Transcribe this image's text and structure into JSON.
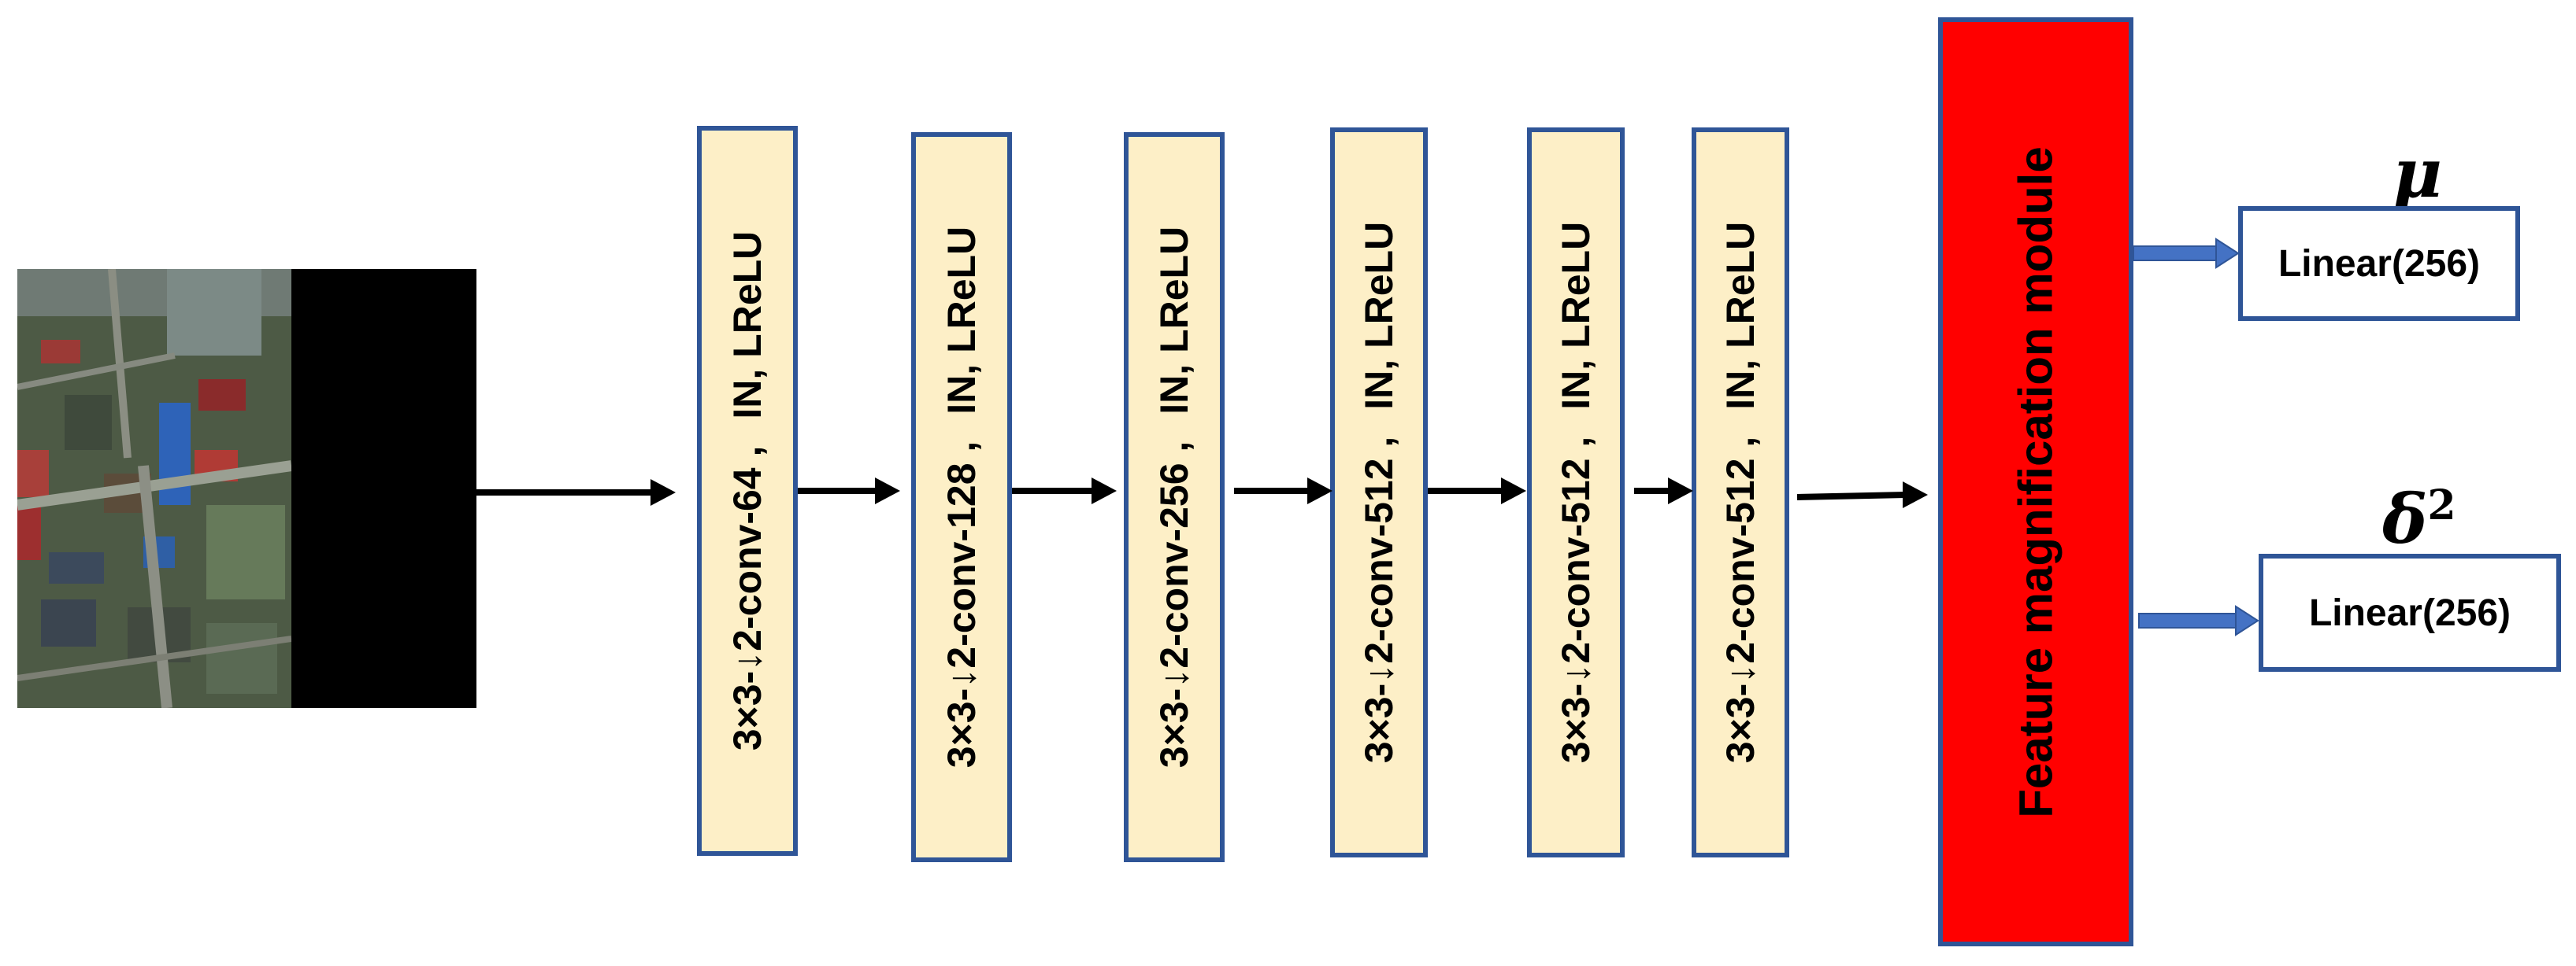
{
  "input_image": {
    "description_icon": "satellite-image-icon"
  },
  "encoder_blocks": [
    {
      "conv": "3×3-↓2-conv-64 ,",
      "act": "IN, LReLU"
    },
    {
      "conv": "3×3-↓2-conv-128 ,",
      "act": "IN, LReLU"
    },
    {
      "conv": "3×3-↓2-conv-256 ,",
      "act": "IN, LReLU"
    },
    {
      "conv": "3×3-↓2-conv-512 ,",
      "act": "IN, LReLU"
    },
    {
      "conv": "3×3-↓2-conv-512 ,",
      "act": "IN, LReLU"
    },
    {
      "conv": "3×3-↓2-conv-512 ,",
      "act": "IN, LReLU"
    }
  ],
  "module": {
    "label": "Feature magnification module"
  },
  "outputs": [
    {
      "symbol": "μ",
      "sup": "",
      "label": "Linear(256)"
    },
    {
      "symbol": "δ",
      "sup": "2",
      "label": "Linear(256)"
    }
  ],
  "colors": {
    "block_fill": "#fdefc7",
    "block_border": "#2f5597",
    "module_fill": "#ff0000",
    "arrow": "#000000",
    "output_arrow": "#4472c4"
  }
}
